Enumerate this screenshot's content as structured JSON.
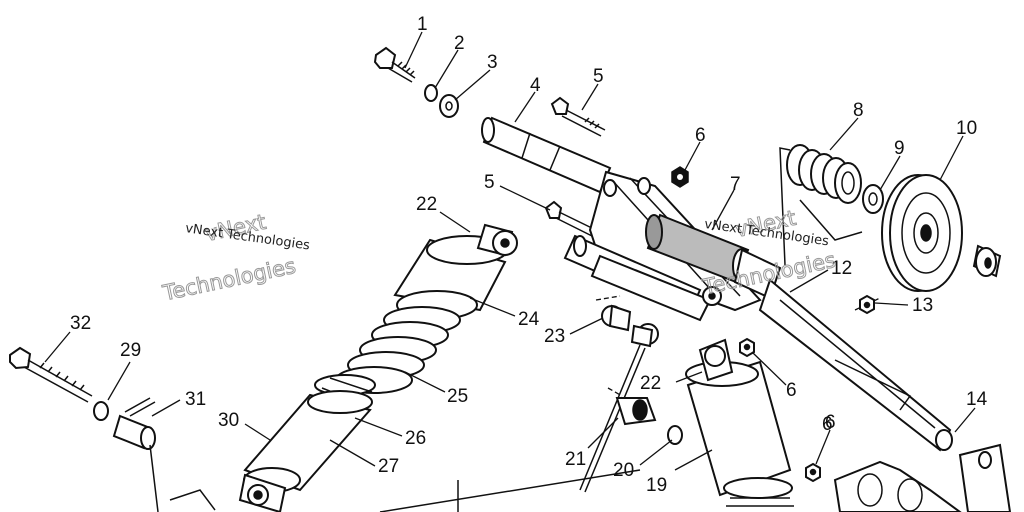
{
  "watermarks": [
    {
      "id": "wm-left",
      "small": "vNext Technologies",
      "outline1": "vNext",
      "outline2": "Technologies"
    },
    {
      "id": "wm-right",
      "small": "vNext Technologies",
      "outline1": "vNext",
      "outline2": "Technologies"
    }
  ],
  "callouts": [
    "1",
    "2",
    "3",
    "4",
    "5",
    "5",
    "6",
    "6",
    "6",
    "7",
    "8",
    "9",
    "10",
    "12",
    "13",
    "14",
    "19",
    "20",
    "21",
    "22",
    "22",
    "23",
    "24",
    "25",
    "26",
    "27",
    "29",
    "30",
    "31",
    "32",
    "6"
  ]
}
